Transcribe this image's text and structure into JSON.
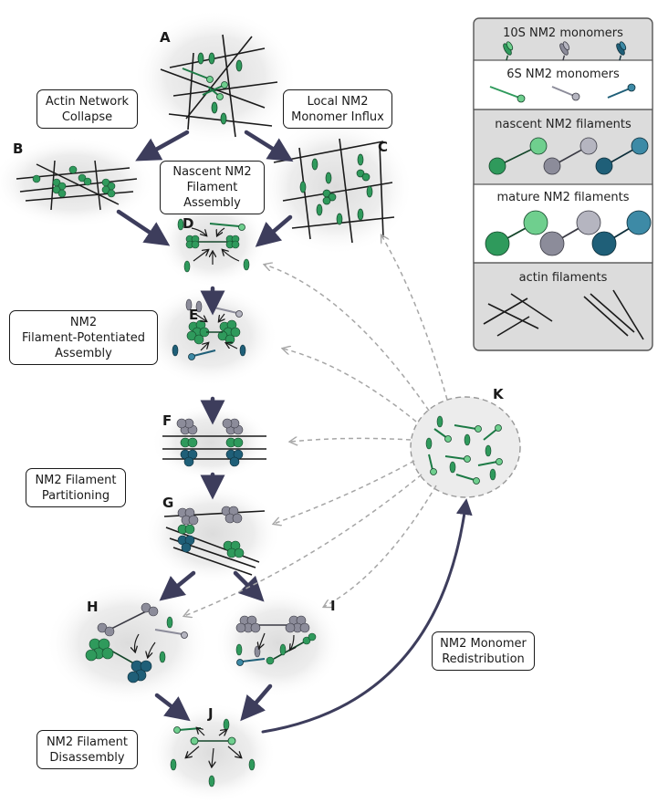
{
  "colors": {
    "green": "#2f9a5c",
    "green_light": "#6fcf8e",
    "grey": "#8c8c9a",
    "teal": "#1f5f78",
    "navy_arrow": "#3d3d5c",
    "dashed": "#a6a6a6",
    "legend_bg": "#dcdcdc",
    "legend_bg_white": "#ffffff",
    "halo": "#e6e6e6"
  },
  "panels": {
    "A": "A",
    "B": "B",
    "C": "C",
    "D": "D",
    "E": "E",
    "F": "F",
    "G": "G",
    "H": "H",
    "I": "I",
    "J": "J",
    "K": "K"
  },
  "callouts": {
    "actin_collapse": "Actin Network\nCollapse",
    "monomer_influx": "Local NM2\nMonomer Influx",
    "nascent_assembly": "Nascent NM2\nFilament\nAssembly",
    "filament_potentiated": "NM2\nFilament-Potentiated\nAssembly",
    "partitioning": "NM2 Filament\nPartitioning",
    "redistribution": "NM2 Monomer\nRedistribution",
    "disassembly": "NM2 Filament\nDisassembly"
  },
  "legend": {
    "monomers_10s": "10S NM2 monomers",
    "monomers_6s": "6S NM2 monomers",
    "nascent_filaments": "nascent NM2 filaments",
    "mature_filaments": "mature NM2 filaments",
    "actin_filaments": "actin filaments"
  }
}
